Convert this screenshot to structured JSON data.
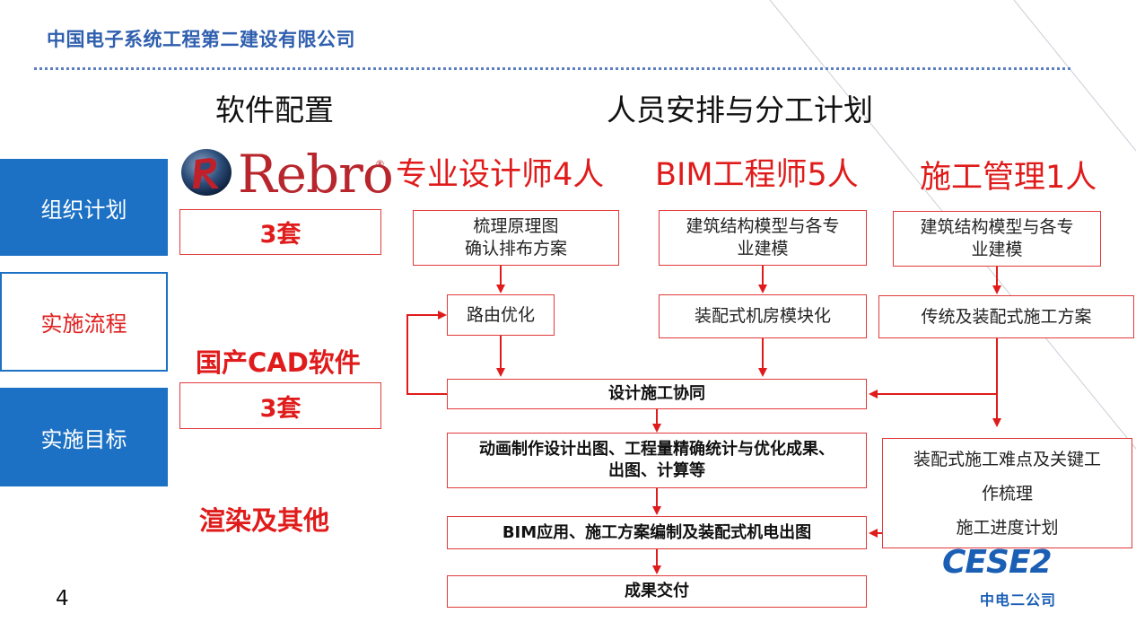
{
  "header": {
    "company": "中国电子系统工程第二建设有限公司"
  },
  "sections": {
    "software": "软件配置",
    "staff": "人员安排与分工计划"
  },
  "sidebar": {
    "items": [
      {
        "label": "组织计划"
      },
      {
        "label": "实施流程"
      },
      {
        "label": "实施目标"
      }
    ]
  },
  "software": {
    "rebro_logo": "Rebro",
    "rebro_reg": "®",
    "rebro_count": "3套",
    "cad_label": "国产CAD软件",
    "cad_count": "3套",
    "render_label": "渲染及其他"
  },
  "roles": {
    "designer": "专业设计师4人",
    "bim": "BIM工程师5人",
    "construction": "施工管理1人"
  },
  "flow": {
    "designer_step1_line1": "梳理原理图",
    "designer_step1_line2": "确认排布方案",
    "designer_step2": "路由优化",
    "bim_step1_line1": "建筑结构模型与各专",
    "bim_step1_line2": "业建模",
    "bim_step2": "装配式机房模块化",
    "cons_step1_line1": "建筑结构模型与各专",
    "cons_step1_line2": "业建模",
    "cons_step2": "传统及装配式施工方案",
    "cons_step3_line1": "装配式施工难点及关键工",
    "cons_step3_line2": "作梳理",
    "cons_step3_line3": "施工进度计划",
    "collab": "设计施工协同",
    "animation_line1": "动画制作设计出图、工程量精确统计与优化成果、",
    "animation_line2": "出图、计算等",
    "bim_app": "BIM应用、施工方案编制及装配式机电出图",
    "delivery": "成果交付"
  },
  "footer": {
    "page_number": "4",
    "logo_text": "CESE2",
    "logo_sub": "中电二公司"
  },
  "colors": {
    "accent_blue": "#1c71c4",
    "red": "#e01b1b",
    "company_blue": "#2f5fae"
  }
}
